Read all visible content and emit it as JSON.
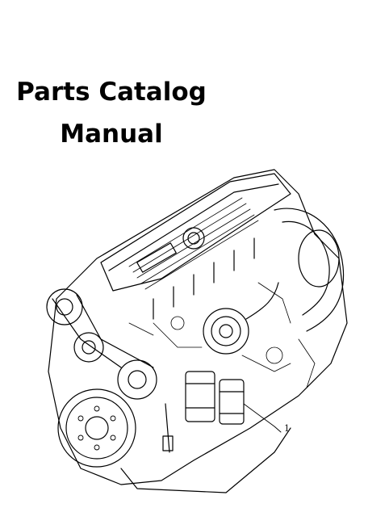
{
  "cover": {
    "title_line1": "Parts Catalog",
    "title_line2": "Manual",
    "callout_label": "1"
  }
}
